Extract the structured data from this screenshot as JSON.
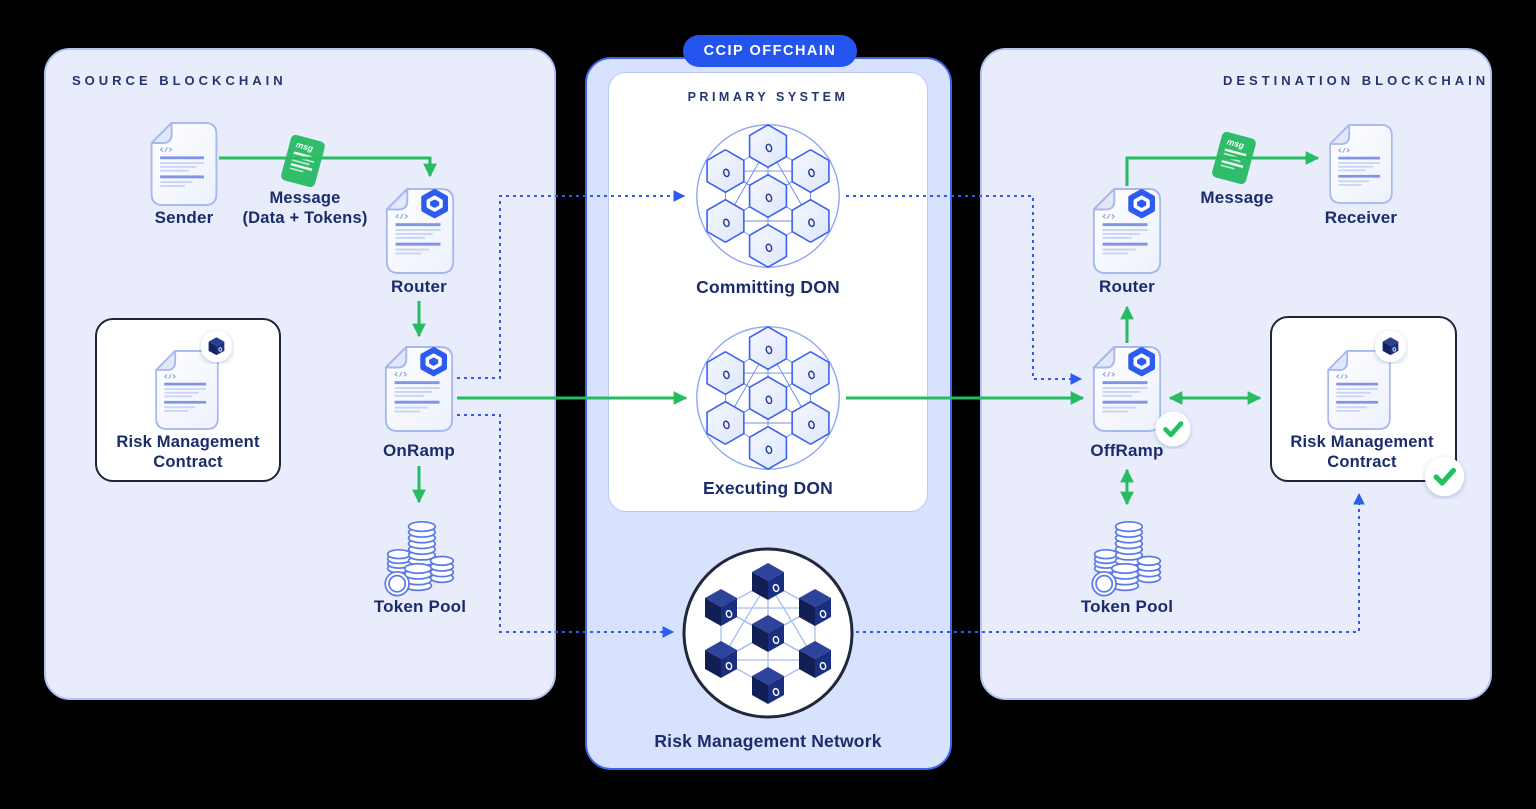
{
  "source": {
    "header": "SOURCE BLOCKCHAIN",
    "sender": "Sender",
    "message_line1": "Message",
    "message_line2": "(Data + Tokens)",
    "router": "Router",
    "risk_contract_line1": "Risk Management",
    "risk_contract_line2": "Contract",
    "onramp": "OnRamp",
    "token_pool": "Token Pool"
  },
  "offchain": {
    "badge": "CCIP OFFCHAIN",
    "primary_system": "PRIMARY SYSTEM",
    "committing_don": "Committing DON",
    "executing_don": "Executing DON",
    "risk_network": "Risk Management Network"
  },
  "destination": {
    "header": "DESTINATION BLOCKCHAIN",
    "router": "Router",
    "message": "Message",
    "receiver": "Receiver",
    "offramp": "OffRamp",
    "risk_contract_line1": "Risk Management",
    "risk_contract_line2": "Contract",
    "token_pool": "Token Pool"
  },
  "icons": {
    "msg_doc_text": "msg"
  },
  "colors": {
    "arrow_green": "#27bb62",
    "dashed_blue": "#2e5bf0",
    "label_navy": "#1b2c6b",
    "panel_fill": "#e9edfb",
    "offchain_fill": "#d8e2fc",
    "badge_fill": "#2454ee",
    "msg_doc_green": "#2fbc6b"
  }
}
